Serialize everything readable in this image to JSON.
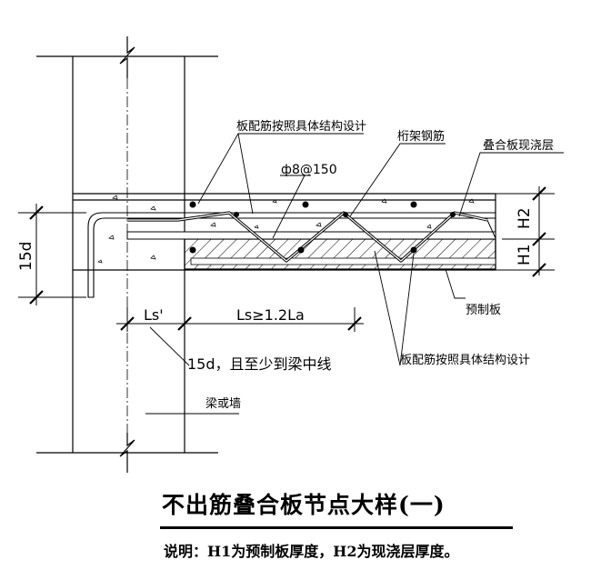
{
  "labels": {
    "slab_rebar_top": "板配筋按照具体结构设计",
    "truss_rebar": "桁架钢筋",
    "cast_layer": "叠合板现浇层",
    "rebar_spec": "ф8@150",
    "h2": "H2",
    "h1": "H1",
    "dim_15d": "15d",
    "ls_prime": "Ls'",
    "ls_rule": "Ls≥1.2La",
    "anchor_note": "15d，且至少到梁中线",
    "precast_slab": "预制板",
    "slab_rebar_bottom": "板配筋按照具体结构设计",
    "beam_or_wall": "梁或墙"
  },
  "title": "不出筋叠合板节点大样(一)",
  "note": "说明：H1为预制板厚度，H2为现浇层厚度。"
}
